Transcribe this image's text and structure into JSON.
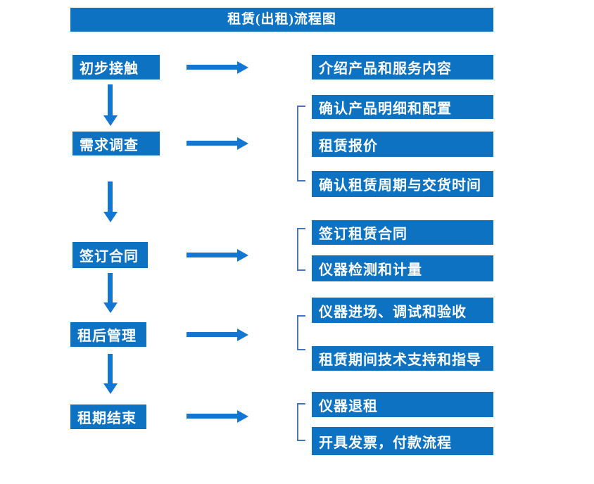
{
  "title": "租赁(出租)流程图",
  "colors": {
    "box": "#0E72C2",
    "arrow": "#1376D2",
    "bracket": "#4575BE",
    "text": "#FFFFFF"
  },
  "flow": [
    {
      "step": "初步接触",
      "details": [
        "介绍产品和服务内容"
      ]
    },
    {
      "step": "需求调查",
      "details": [
        "确认产品明细和配置",
        "租赁报价",
        "确认租赁周期与交货时间"
      ]
    },
    {
      "step": "签订合同",
      "details": [
        "签订租赁合同",
        "仪器检测和计量"
      ]
    },
    {
      "step": "租后管理",
      "details": [
        "仪器进场、调试和验收",
        "租赁期间技术支持和指导"
      ]
    },
    {
      "step": "租期结束",
      "details": [
        "仪器退租",
        "开具发票，付款流程"
      ]
    }
  ]
}
